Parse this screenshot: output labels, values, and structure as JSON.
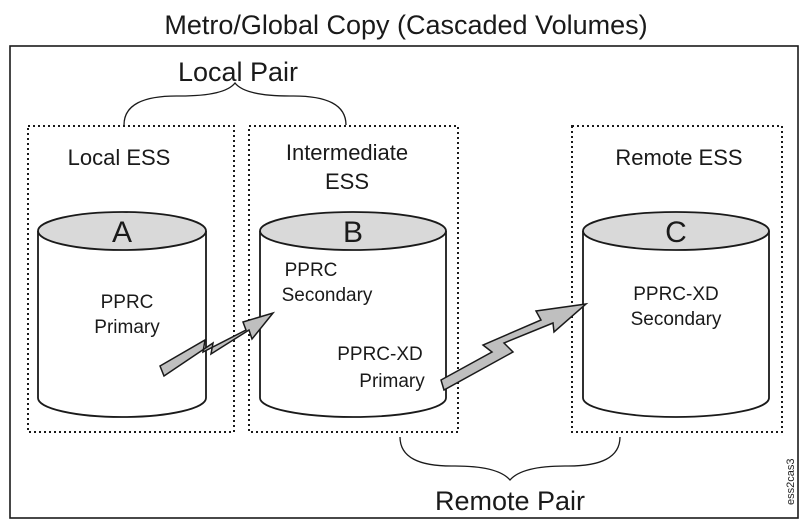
{
  "title": "Metro/Global Copy (Cascaded Volumes)",
  "local_pair_label": "Local Pair",
  "remote_pair_label": "Remote Pair",
  "figure_id": "ess2cas3",
  "colors": {
    "cylinder_top": "#d9d9d9",
    "arrow_fill": "#bfbfbf",
    "line": "#1a1a1a"
  },
  "sites": [
    {
      "name_lines": [
        "Local ESS"
      ],
      "volume_letter": "A",
      "volume_lines": [
        "PPRC",
        "Primary"
      ]
    },
    {
      "name_lines": [
        "Intermediate",
        "ESS"
      ],
      "volume_letter": "B",
      "volume_lines": [
        "PPRC",
        "Secondary"
      ],
      "volume2_lines": [
        "PPRC-XD",
        "Primary"
      ]
    },
    {
      "name_lines": [
        "Remote ESS"
      ],
      "volume_letter": "C",
      "volume_lines": [
        "PPRC-XD",
        "Secondary"
      ]
    }
  ]
}
